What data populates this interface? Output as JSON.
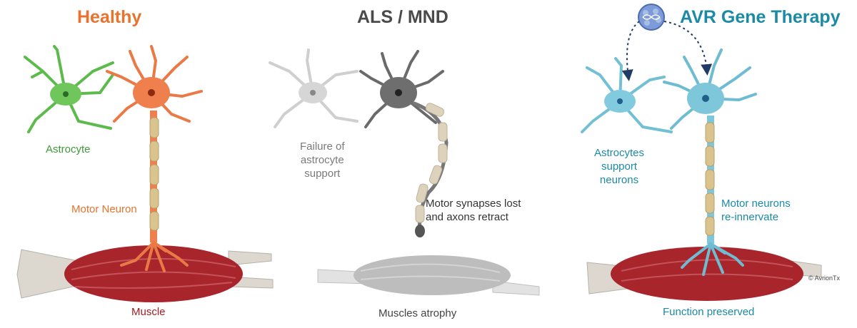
{
  "colors": {
    "healthy": "#e8732f",
    "als": "#4a4a4a",
    "therapy": "#1b8aa5",
    "astrocyte_green": "#3e9a38",
    "muscle": "#a11d22",
    "grey_text": "#7a7a7a"
  },
  "panels": [
    {
      "title": "Healthy",
      "labels": {
        "astrocyte": "Astrocyte",
        "neuron": "Motor Neuron",
        "muscle": "Muscle"
      }
    },
    {
      "title": "ALS / MND",
      "labels": {
        "astrocyte": "Failure of\nastrocyte\nsupport",
        "neuron": "Motor synapses lost\nand axons retract",
        "muscle": "Muscles atrophy"
      }
    },
    {
      "title": "AVR Gene Therapy",
      "labels": {
        "astrocyte": "Astrocytes\nsupport\nneurons",
        "neuron": "Motor neurons\nre-innervate",
        "muscle": "Function preserved"
      }
    }
  ],
  "copyright": "© AvrionTx",
  "icons": [
    "virus-capsid-icon",
    "dna-icon"
  ]
}
